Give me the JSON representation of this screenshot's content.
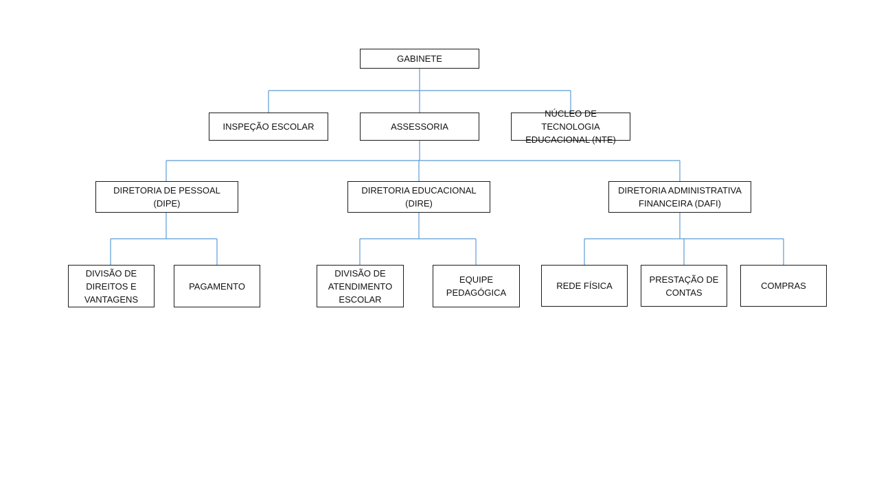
{
  "org_chart": {
    "gabinete": "GABINETE",
    "inspecao": "INSPEÇÃO ESCOLAR",
    "assessoria": "ASSESSORIA",
    "nte": "NÚCLEO DE TECNOLOGIA\nEDUCACIONAL (NTE)",
    "dipe": "DIRETORIA DE PESSOAL (DIPE)",
    "dire": "DIRETORIA EDUCACIONAL\n(DIRE)",
    "dafi": "DIRETORIA ADMINISTRATIVA\nFINANCEIRA (DAFI)",
    "direitos": "DIVISÃO DE\nDIREITOS E\nVANTAGENS",
    "pagamento": "PAGAMENTO",
    "atendimento": "DIVISÃO DE\nATENDIMENTO\nESCOLAR",
    "equipe": "EQUIPE\nPEDAGÓGICA",
    "rede": "REDE FÍSICA",
    "prestacao": "PRESTAÇÃO DE\nCONTAS",
    "compras": "COMPRAS"
  },
  "colors": {
    "connector": "#5b9bd5",
    "box_border": "#1a1a1a"
  }
}
